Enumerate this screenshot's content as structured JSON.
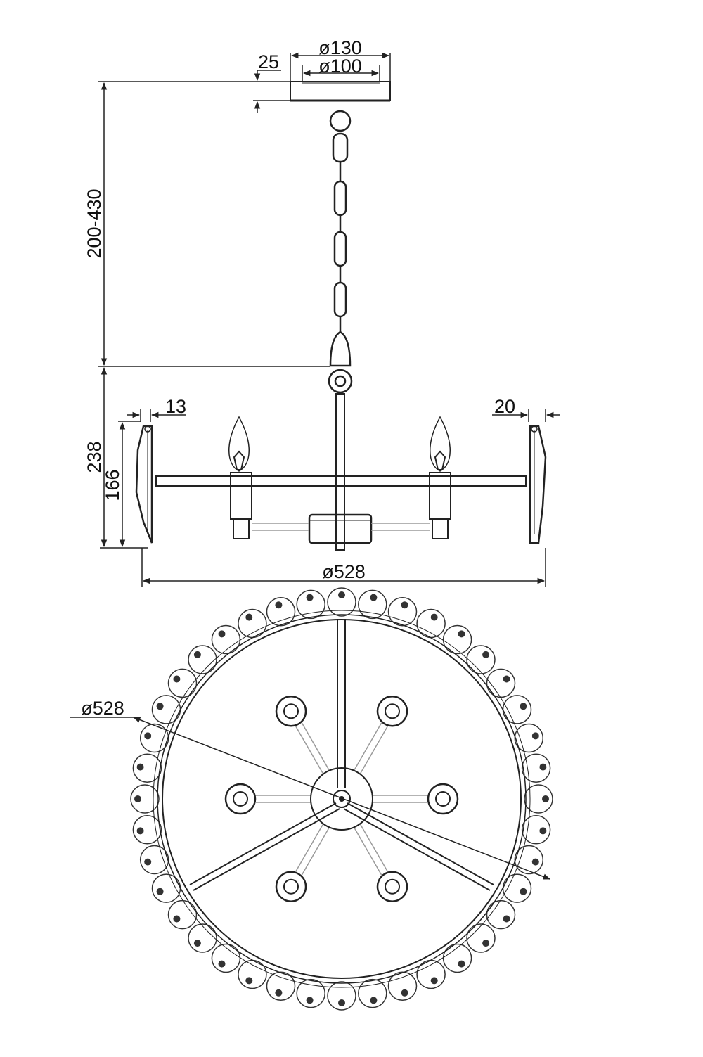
{
  "dimensions": {
    "canopy_outer_diameter": "ø130",
    "canopy_inner_diameter": "ø100",
    "canopy_height": "25",
    "chain_length": "200-430",
    "body_height": "238",
    "crystal_height": "166",
    "left_crystal_thickness": "13",
    "right_crystal_thickness": "20",
    "overall_diameter": "ø528",
    "plan_diameter": "ø528"
  },
  "colors": {
    "line": "#222222",
    "light_line": "#9a9a9a",
    "background": "#ffffff"
  }
}
